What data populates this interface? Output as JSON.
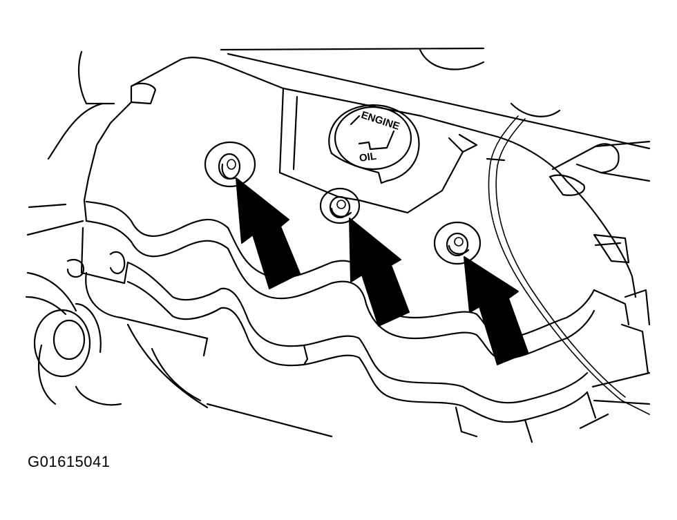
{
  "figure_id": "G01615041",
  "oil_cap": {
    "label_top": "ENGINE",
    "label_bottom": "OIL"
  },
  "arrow_count": 3,
  "colors": {
    "line": "#000000",
    "background": "#ffffff",
    "arrow_fill": "#000000"
  }
}
